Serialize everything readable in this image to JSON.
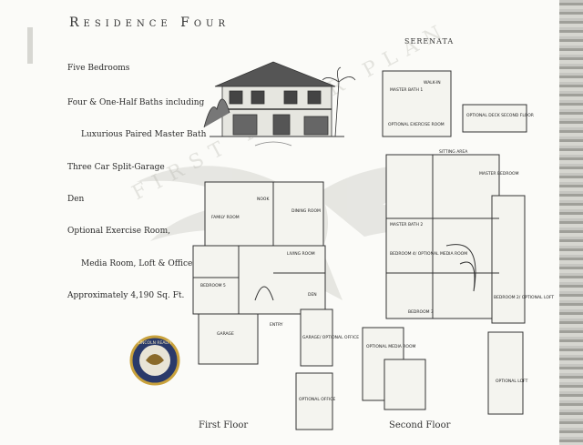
{
  "header": {
    "title": "Residence Four",
    "plan_name": "SERENATA"
  },
  "features": [
    "Five Bedrooms",
    "Four & One-Half Baths including",
    "Luxurious Paired Master Bath",
    "Three Car Split-Garage",
    "Den",
    "Optional Exercise Room,",
    "Media Room, Loft & Office",
    "Approximately 4,190 Sq. Ft."
  ],
  "first_floor": {
    "label": "First Floor",
    "rooms": {
      "family": "FAMILY ROOM",
      "nook": "NOOK",
      "dining": "DINING ROOM",
      "living": "LIVING ROOM",
      "bedroom5": "BEDROOM 5",
      "den": "DEN",
      "garage": "GARAGE",
      "garage_office": "GARAGE/ OPTIONAL OFFICE",
      "optional_office": "OPTIONAL OFFICE",
      "entry": "ENTRY"
    }
  },
  "second_floor": {
    "label": "Second Floor",
    "rooms": {
      "master_bedroom": "MASTER BEDROOM",
      "sitting": "SITTING AREA",
      "master_bath1": "MASTER BATH 1",
      "master_bath2": "MASTER BATH 2",
      "exercise": "OPTIONAL EXERCISE ROOM",
      "bedroom4": "BEDROOM 4/ OPTIONAL MEDIA ROOM",
      "bedroom3": "BEDROOM 3",
      "bedroom2": "BEDROOM 2/ OPTIONAL LOFT",
      "media": "OPTIONAL MEDIA ROOM",
      "loft": "OPTIONAL LOFT",
      "walkin": "WALK-IN",
      "optional_deck": "OPTIONAL DECK SECOND FLOOR"
    }
  },
  "seal": {
    "text": "LINCOLN REALTY"
  },
  "watermark": "FIRST FLOOR PLAN"
}
